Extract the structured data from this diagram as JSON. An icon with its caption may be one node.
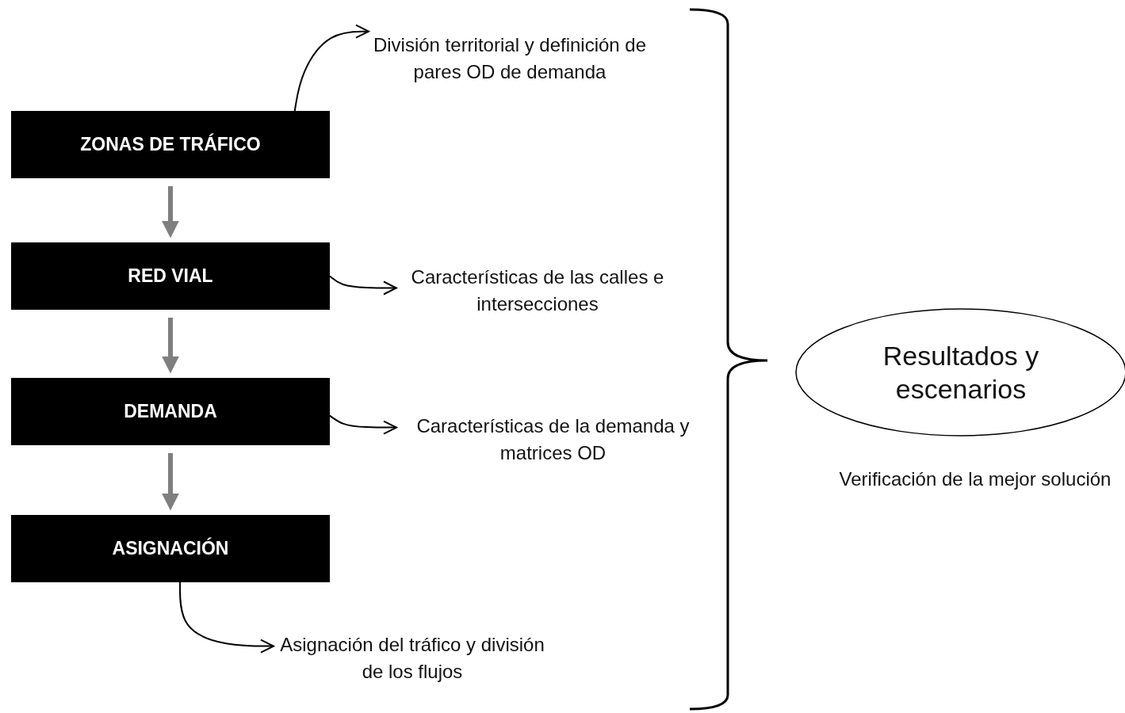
{
  "diagram": {
    "nodes": [
      {
        "text": [
          "ZONAS DE TRÁFICO"
        ]
      },
      {
        "text": [
          "RED VIAL"
        ]
      },
      {
        "text": [
          "DEMANDA"
        ]
      },
      {
        "text": [
          "ASIGNACIÓN"
        ]
      },
      {
        "text": [
          "División territorial y definición de pares OD de demanda"
        ]
      },
      {
        "text": [
          "Características de las calles e intersecciones"
        ]
      },
      {
        "text": [
          "Características de la demanda y matrices OD"
        ]
      },
      {
        "text": [
          "Asignación del tráfico y división de los flujos"
        ]
      },
      {
        "text": [
          "Resultados y escenarios"
        ],
        "beside": [
          "Verificación de la mejor solución"
        ]
      }
    ],
    "edges": [
      {
        "from": 0,
        "to": 1,
        "arrow": "to",
        "style": "thick",
        "color": "#7f7f7f"
      },
      {
        "from": 1,
        "to": 2,
        "arrow": "to",
        "style": "thick",
        "color": "#7f7f7f"
      },
      {
        "from": 2,
        "to": 3,
        "arrow": "to",
        "style": "thick",
        "color": "#7f7f7f"
      },
      {
        "from": 0,
        "to": 4,
        "arrow": "to"
      },
      {
        "from": 1,
        "to": 5,
        "arrow": "to"
      },
      {
        "from": 2,
        "to": 6,
        "arrow": "to"
      },
      {
        "from": 3,
        "to": 7,
        "arrow": "to"
      }
    ]
  }
}
